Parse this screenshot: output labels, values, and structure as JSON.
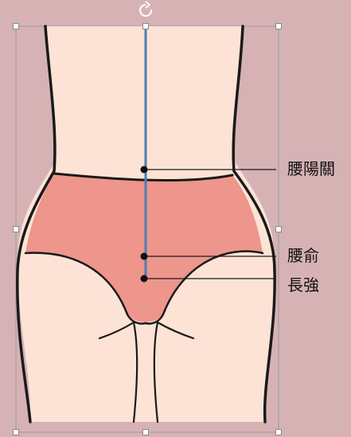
{
  "colors": {
    "background": "#d6b2b5",
    "skin": "#fde3d6",
    "underwear": "#ee958c",
    "outline": "#1a1a1a",
    "spine_line": "#4a7fb0",
    "selection_frame": "#9a9a9a",
    "handle_fill": "#ffffff"
  },
  "acupoints": [
    {
      "id": "yaoyangguan",
      "name": "腰陽關"
    },
    {
      "id": "yaoshu",
      "name": "腰俞"
    },
    {
      "id": "changqiang",
      "name": "長強"
    }
  ],
  "icons": {
    "rotate_handle": "rotate-icon",
    "resize_handles": "resize-handle"
  }
}
